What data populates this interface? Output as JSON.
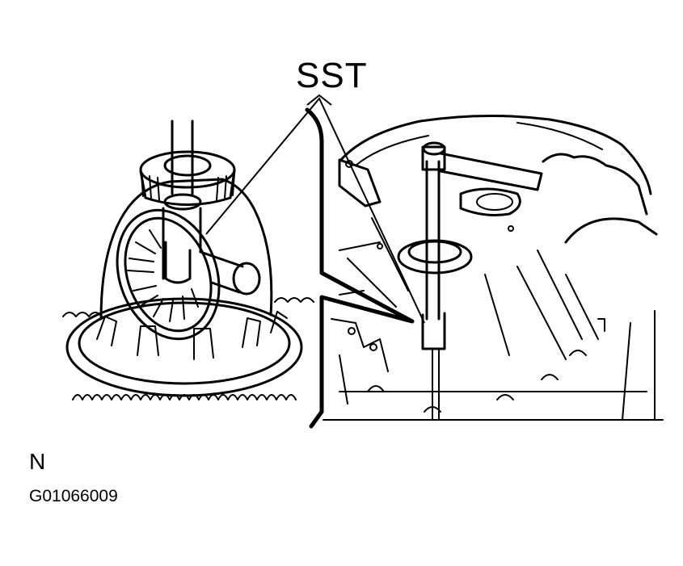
{
  "figure": {
    "callout_label": "SST",
    "view_label": "N",
    "figure_code": "G01066009",
    "colors": {
      "ink": "#000000",
      "background": "#ffffff"
    },
    "panels": [
      {
        "name": "differential-case-assembly",
        "position": "left"
      },
      {
        "name": "transaxle-case-with-tool",
        "position": "right"
      }
    ]
  }
}
